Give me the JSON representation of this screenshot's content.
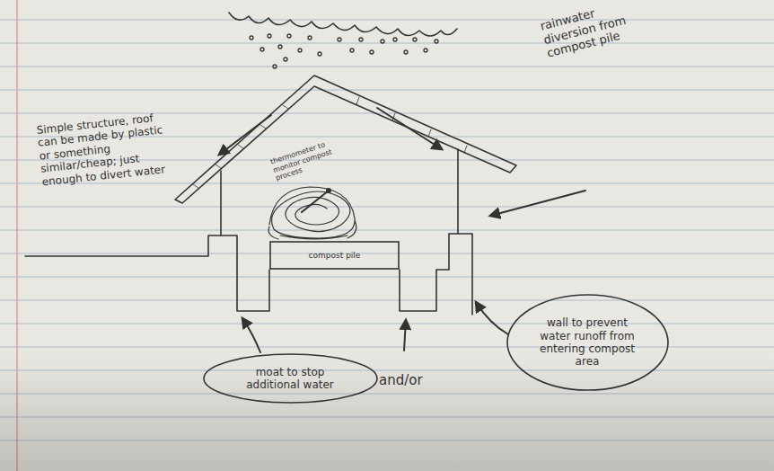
{
  "diagram": {
    "nodes": [
      {
        "text": [
          "compost pile"
        ]
      },
      {
        "text": [
          "moat to stop additional water"
        ]
      },
      {
        "text": [
          "wall to prevent water runoff from entering compost area"
        ]
      }
    ],
    "labels": [
      "Simple structure, roof can be made by plastic or something similar/cheap; just enough to divert water",
      "thermometer to monitor compost process",
      "rainwater diversion from compost pile",
      "and/or"
    ]
  }
}
